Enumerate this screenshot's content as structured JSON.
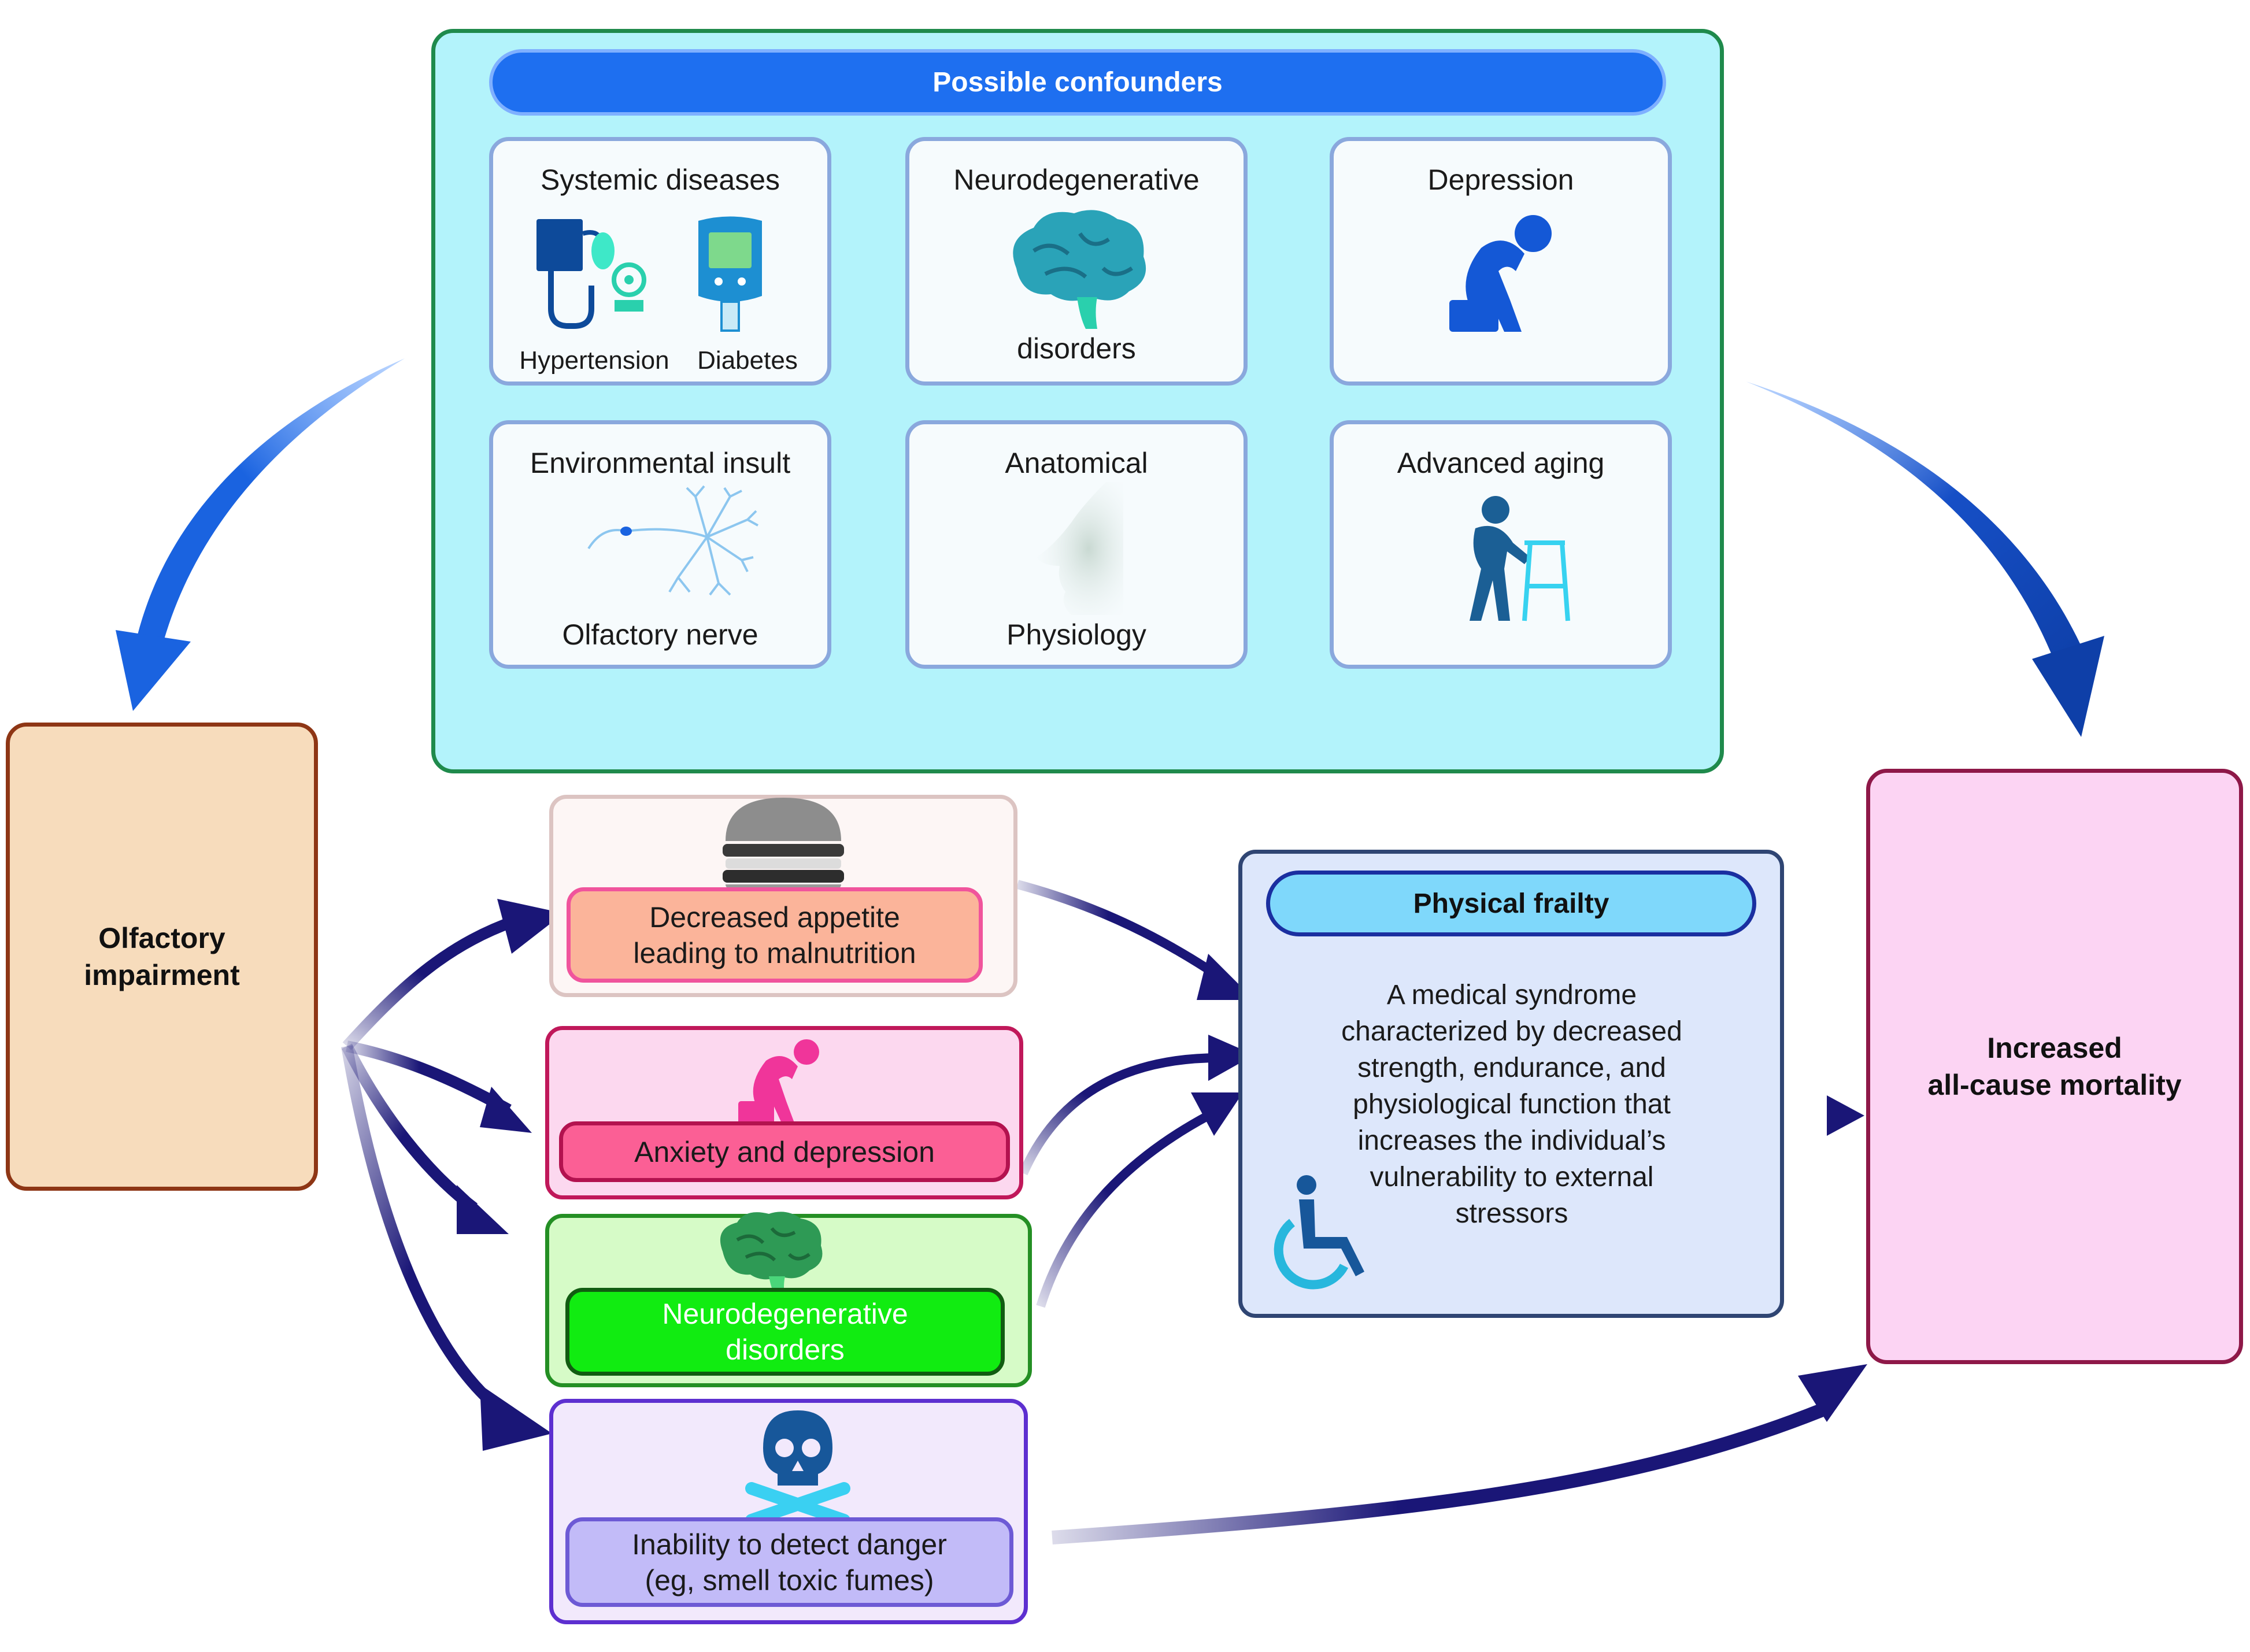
{
  "confounders": {
    "title": "Possible confounders",
    "systemic": {
      "title": "Systemic diseases",
      "hypertension": "Hypertension",
      "diabetes": "Diabetes"
    },
    "neuro": {
      "title": "Neurodegenerative",
      "subtitle": "disorders"
    },
    "depression": {
      "title": "Depression"
    },
    "environmental": {
      "title": "Environmental insult",
      "subtitle": "Olfactory nerve"
    },
    "anatomical": {
      "title": "Anatomical",
      "subtitle": "Physiology"
    },
    "aging": {
      "title": "Advanced aging"
    }
  },
  "olfactory": {
    "line1": "Olfactory",
    "line2": "impairment"
  },
  "pathways": {
    "appetite": {
      "line1": "Decreased appetite",
      "line2": "leading to malnutrition"
    },
    "anxiety": {
      "label": "Anxiety and depression"
    },
    "neuro": {
      "line1": "Neurodegenerative",
      "line2": "disorders"
    },
    "danger": {
      "line1": "Inability to detect danger",
      "line2": "(eg, smell toxic fumes)"
    }
  },
  "frailty": {
    "title": "Physical frailty",
    "lines": [
      "A medical syndrome",
      "characterized by decreased",
      "strength, endurance, and",
      "physiological function that",
      "increases the individual’s",
      "vulnerability to external",
      "stressors"
    ]
  },
  "mortality": {
    "line1": "Increased",
    "line2": "all-cause mortality"
  },
  "colors": {
    "confounder_panel": "#b3f3fb",
    "confounder_title": "#1e6ff0",
    "arrow_blue": "#1a63e0",
    "arrow_navy": "#1a1677",
    "appetite": "#fbb49a",
    "anxiety": "#fb5f95",
    "neuro": "#11ec11",
    "danger": "#c2bbf8"
  }
}
